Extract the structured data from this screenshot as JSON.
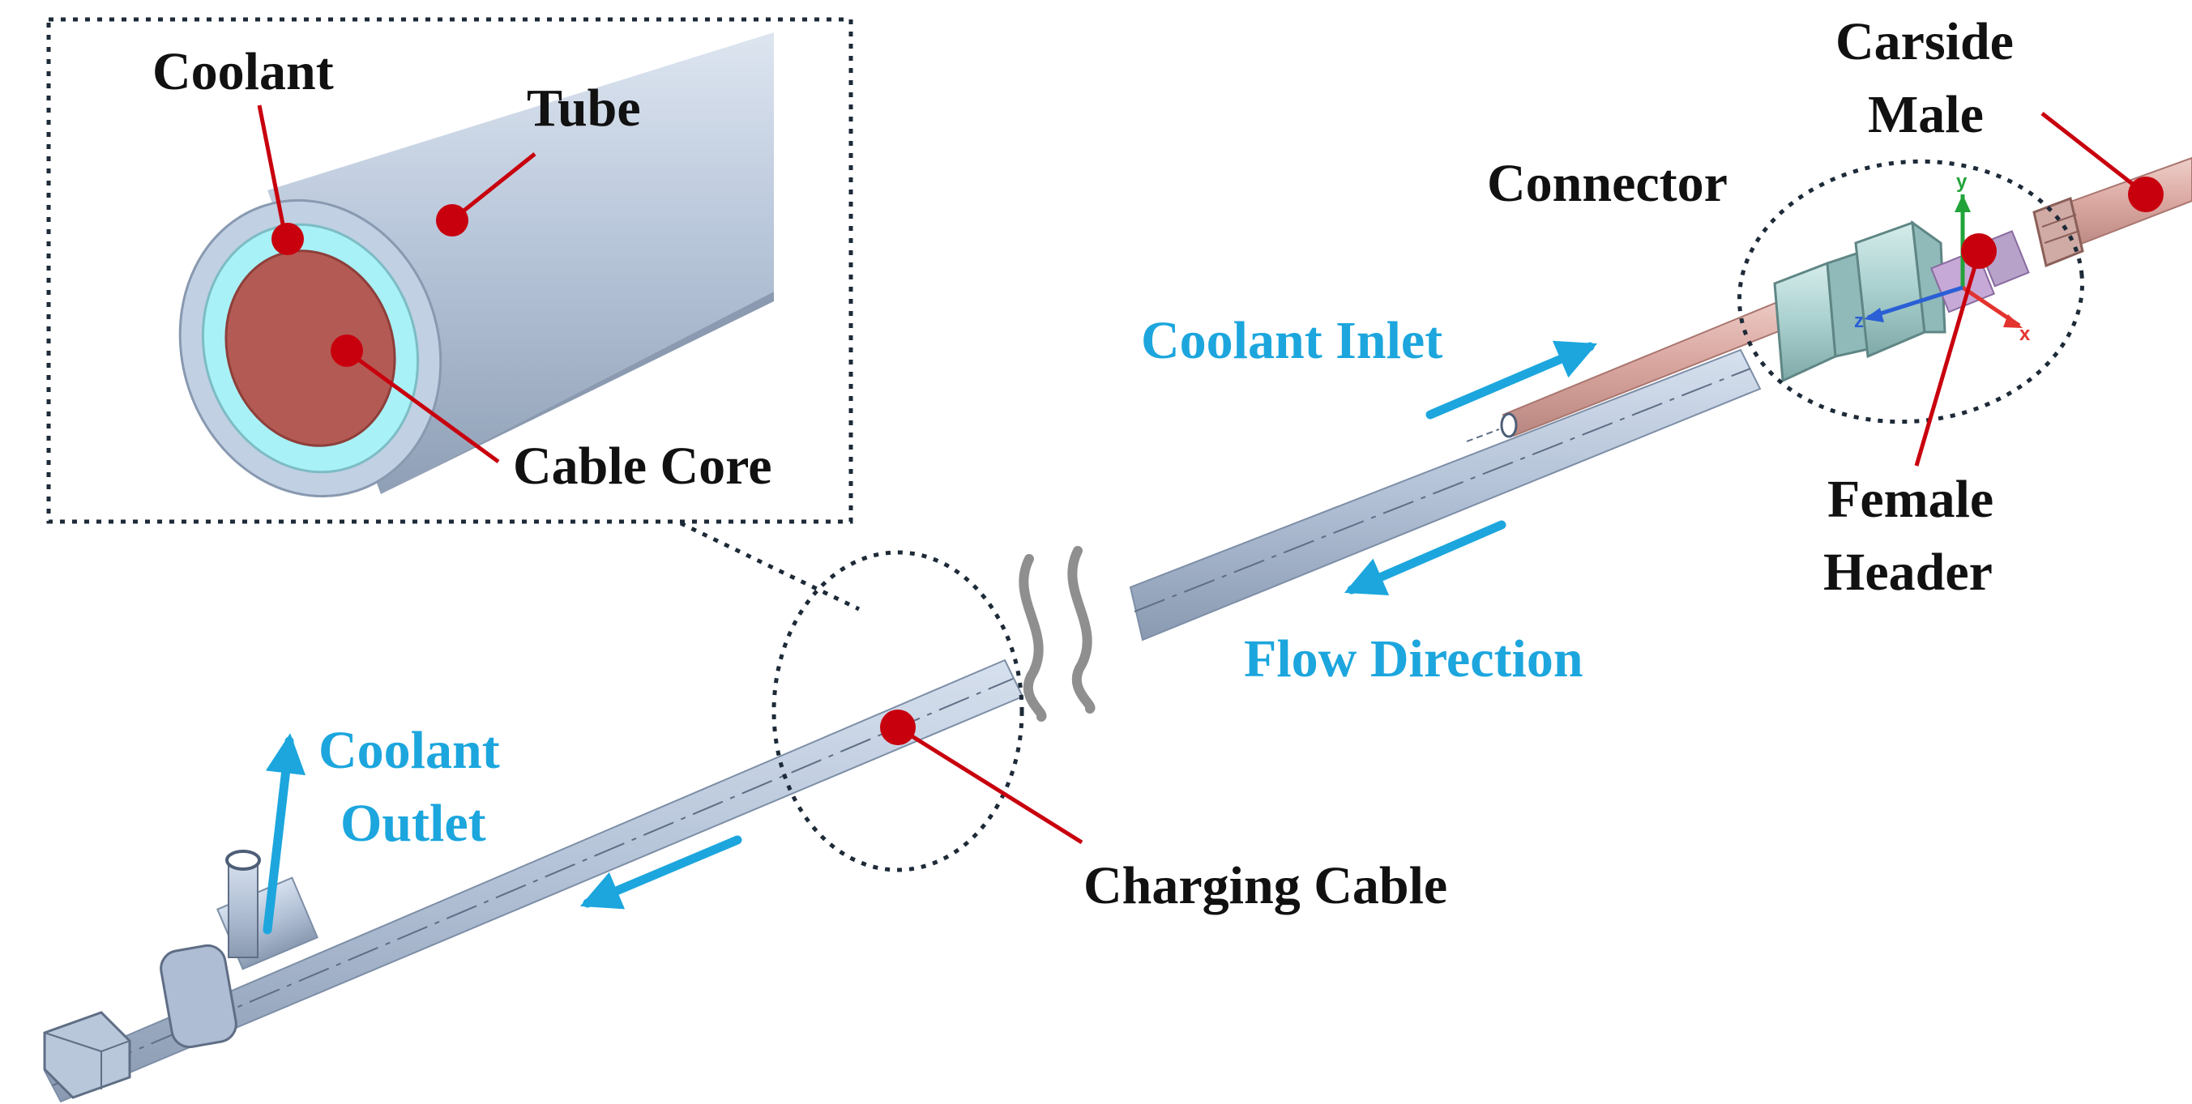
{
  "labels": {
    "coolant": "Coolant",
    "tube": "Tube",
    "cable_core": "Cable Core",
    "carside_line1": "Carside",
    "carside_line2": "Male",
    "connector": "Connector",
    "coolant_inlet": "Coolant Inlet",
    "female_line1": "Female",
    "female_line2": "Header",
    "flow_direction": "Flow Direction",
    "coolant_outlet_line1": "Coolant",
    "coolant_outlet_line2": "Outlet",
    "charging_cable": "Charging Cable"
  },
  "axis_labels": {
    "x": "x",
    "y": "y",
    "z": "z"
  },
  "colors": {
    "accent_blue": "#1ca6dd",
    "callout_red": "#c8000e",
    "cable_body": "#aebdd3",
    "coolant_fill": "#a8f1f6",
    "core_fill": "#b45a54",
    "copper_tube": "#d9a59f",
    "connector_body": "#a9d0cf"
  },
  "icons": [
    "dotted-callout-box",
    "break-mark",
    "coordinate-axes",
    "flow-arrow",
    "callout-dot"
  ]
}
